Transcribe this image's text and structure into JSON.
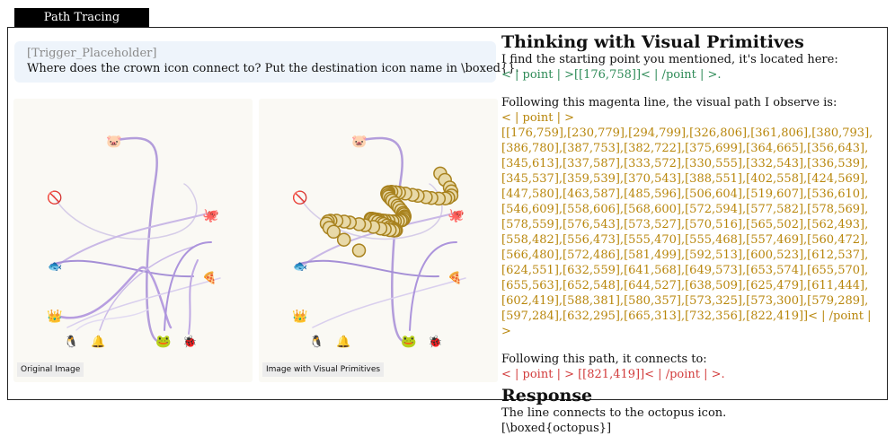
{
  "tab": {
    "label": "Path Tracing"
  },
  "prompt": {
    "placeholder": "[Trigger_Placeholder]",
    "question": "Where does the crown icon connect to? Put the destination icon name in \\boxed{}."
  },
  "panels": {
    "original_caption": "Original Image",
    "primitives_caption": "Image with Visual Primitives"
  },
  "icons": [
    "pig",
    "no-entry",
    "octopus",
    "fish",
    "pizza",
    "crown",
    "penguin",
    "bell",
    "frog",
    "ladybug"
  ],
  "reasoning": {
    "title": "Thinking with Visual Primitives",
    "start_text": "I find the starting point you mentioned, it's located here:",
    "start_point": "< | point | >[[176,758]]< | /point | >.",
    "path_text": "Following this magenta line, the visual path I observe is:",
    "path_open": "< | point | >",
    "path_points": "[[176,759],[230,779],[294,799],[326,806],[361,806],[380,793],[386,780],[387,753],[382,722],[375,699],[364,665],[356,643],[345,613],[337,587],[333,572],[330,555],[332,543],[336,539],[345,537],[359,539],[370,543],[388,551],[402,558],[424,569],[447,580],[463,587],[485,596],[506,604],[519,607],[536,610],[546,609],[558,606],[568,600],[572,594],[577,582],[578,569],[578,559],[576,543],[573,527],[570,516],[565,502],[562,493],[558,482],[556,473],[555,470],[555,468],[557,469],[560,472],[566,480],[572,486],[581,499],[592,513],[600,523],[612,537],[624,551],[632,559],[641,568],[649,573],[653,574],[655,570],[655,563],[652,548],[644,527],[638,509],[625,479],[611,444],[602,419],[588,381],[580,357],[573,325],[573,300],[579,289],[597,284],[632,295],[665,313],[732,356],[822,419]]< | /point | >",
    "end_text": "Following this path, it connects to:",
    "end_point": "< | point | > [[821,419]]< | /point | >.",
    "response_title": "Response",
    "response_text": "The line connects to the octopus icon.",
    "answer": "[\\boxed{octopus}]"
  }
}
